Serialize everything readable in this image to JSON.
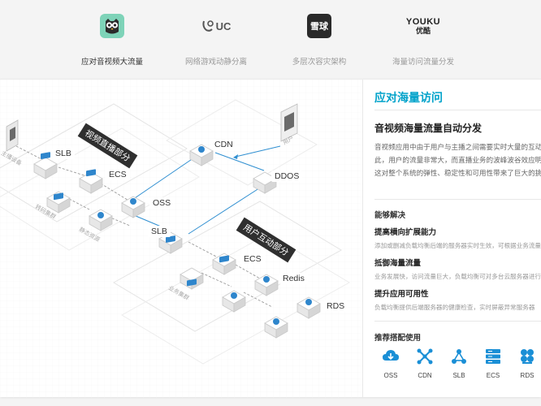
{
  "tabs": [
    {
      "label": "应对音视频大流量",
      "active": true,
      "icon": "owl-icon"
    },
    {
      "label": "网络游戏动静分离",
      "active": false,
      "icon": "uc-logo"
    },
    {
      "label": "多层次容灾架构",
      "active": false,
      "icon": "xueqiu-logo"
    },
    {
      "label": "海量访问流量分发",
      "active": false,
      "icon": "youku-logo"
    }
  ],
  "logos": {
    "uc_text": "UC",
    "xueqiu_text": "雪球",
    "youku_top": "YOUKU",
    "youku_bottom": "优酷"
  },
  "diagram": {
    "live_banner": "视频直播部分",
    "interact_banner": "用户互动部分",
    "user_label": "用户",
    "anchor_label": "主播设备",
    "transcode_label": "转码集群",
    "static_label": "静态资源",
    "biz_label": "业务集群",
    "nodes": {
      "slb_top": "SLB",
      "ecs_top": "ECS",
      "oss": "OSS",
      "cdn": "CDN",
      "ddos": "DDOS",
      "slb_mid": "SLB",
      "ecs_mid": "ECS",
      "redis": "Redis",
      "rds": "RDS"
    }
  },
  "panel": {
    "title": "应对海量访问",
    "subtitle": "音视频海量流量自动分发",
    "description": "音视频应用中由于用户与主播之间需要实时大量的互动，因此，用户的流量非常大，而直播业务的波峰波谷效应明显，这对整个系统的弹性、稳定性和可用性带来了巨大的挑战",
    "solves_title": "能够解决",
    "solves": [
      {
        "heading": "提高横向扩展能力",
        "detail": "添加或删减负载均衡后端的服务器实时生效，可根据业务流量大小"
      },
      {
        "heading": "抵御海量流量",
        "detail": "业务发展快，访问流量巨大，负载均衡可对多台云服务器进行流量分发"
      },
      {
        "heading": "提升应用可用性",
        "detail": "负载均衡提供后端服务器的健康检查，实时屏蔽异常服务器"
      }
    ],
    "recommend_title": "推荐搭配使用",
    "recommend": [
      {
        "label": "OSS",
        "icon": "oss-icon"
      },
      {
        "label": "CDN",
        "icon": "cdn-icon"
      },
      {
        "label": "SLB",
        "icon": "slb-icon"
      },
      {
        "label": "ECS",
        "icon": "ecs-icon"
      },
      {
        "label": "RDS",
        "icon": "rds-icon"
      }
    ]
  },
  "colors": {
    "accent": "#00a2ca",
    "icon_blue": "#1a8fd6"
  }
}
